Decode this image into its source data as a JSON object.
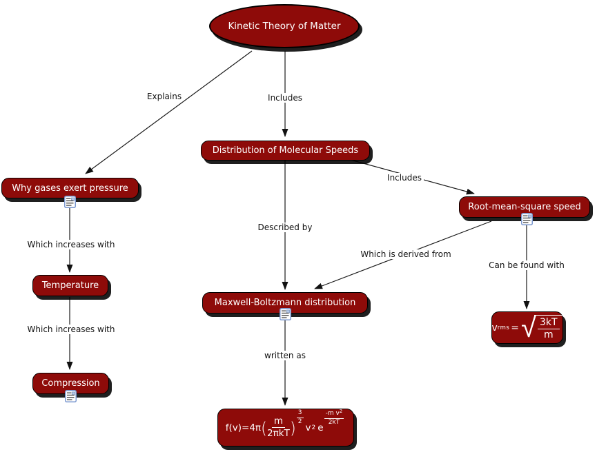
{
  "app": {
    "background": "#ffffff"
  },
  "colors": {
    "node_fill": "#8e0b09",
    "node_border": "#000000",
    "node_text": "#ffffff",
    "label_text": "#111111",
    "line": "#1a1a1a",
    "icon_border": "#7a97cf"
  },
  "root_node": {
    "label": "Kinetic Theory of Matter"
  },
  "concept_nodes": {
    "distribution": {
      "label": "Distribution of Molecular Speeds"
    },
    "pressure": {
      "label": "Why gases exert pressure"
    },
    "rms": {
      "label": "Root-mean-square speed"
    },
    "temperature": {
      "label": "Temperature"
    },
    "compression": {
      "label": "Compression"
    },
    "maxwell": {
      "label": "Maxwell-Boltzmann distribution"
    }
  },
  "linking_phrases": {
    "explains": "Explains",
    "includes_top": "Includes",
    "includes_right": "Includes",
    "described_by": "Described by",
    "derived_from": "Which is derived from",
    "can_be_found": "Can be found with",
    "increases_1": "Which increases with",
    "increases_2": "Which increases with",
    "written_as": "written as"
  },
  "formulas": {
    "vrms": {
      "base": "v",
      "subscript": "rms",
      "equals": "=",
      "sqrt_symbol": "√",
      "numerator": "3kT",
      "denominator": "m"
    },
    "fv": {
      "prefix": "f(v)=4π",
      "lparen": "(",
      "numerator": "m",
      "denominator": "2πkT",
      "rparen": ")",
      "exp_numerator": "3",
      "exp_denominator": "2",
      "v_base": "v",
      "v_superscript": "2",
      "e_base": "e",
      "e_exp_numerator": "-m v",
      "e_exp_num_superscript": "2",
      "e_exp_denominator": "2kT"
    }
  },
  "icons": {
    "resource": "attached resource icon"
  }
}
